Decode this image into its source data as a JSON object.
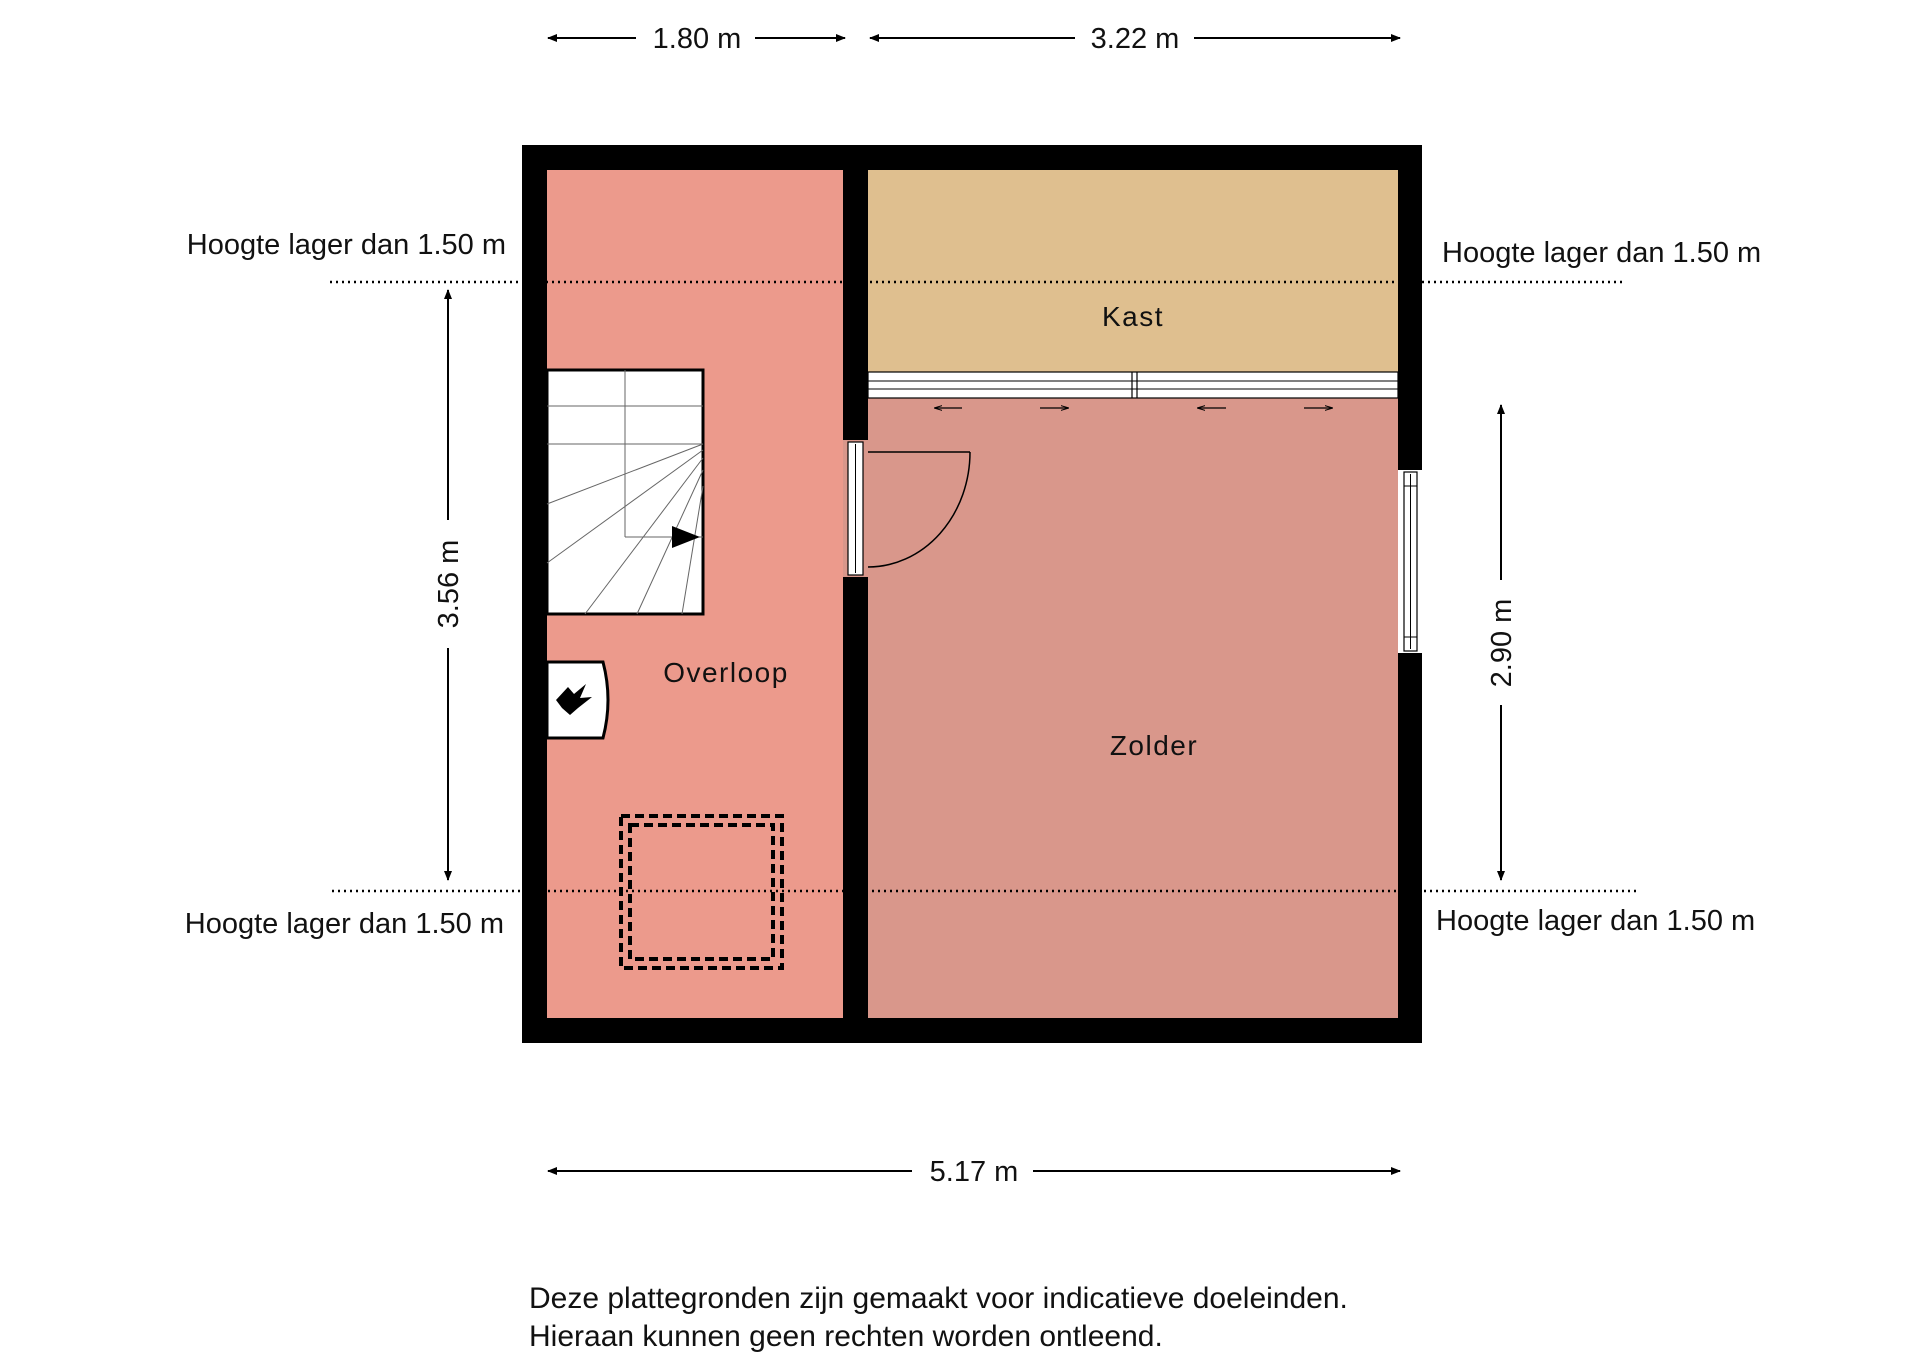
{
  "dimensions": {
    "top_left": "1.80 m",
    "top_right": "3.22 m",
    "left_height": "3.56 m",
    "right_height": "2.90 m",
    "bottom_total": "5.17 m"
  },
  "height_notes": {
    "top_left": "Hoogte lager dan 1.50 m",
    "top_right": "Hoogte lager dan 1.50 m",
    "bottom_left": "Hoogte lager dan 1.50 m",
    "bottom_right": "Hoogte lager dan 1.50 m"
  },
  "rooms": {
    "kast": "Kast",
    "overloop": "Overloop",
    "zolder": "Zolder"
  },
  "disclaimer": {
    "line1": "Deze plattegronden zijn gemaakt voor indicatieve doeleinden.",
    "line2": "Hieraan kunnen geen rechten worden ontleend."
  },
  "colors": {
    "overloop": "#ec9a8c",
    "zolder": "#d9978b",
    "kast": "#dfbf8f",
    "wall": "#000000"
  },
  "icons": [
    "staircase-icon",
    "boiler-icon",
    "attic-hatch-icon",
    "door-swing-icon",
    "window-icon",
    "sliding-door-icon"
  ]
}
